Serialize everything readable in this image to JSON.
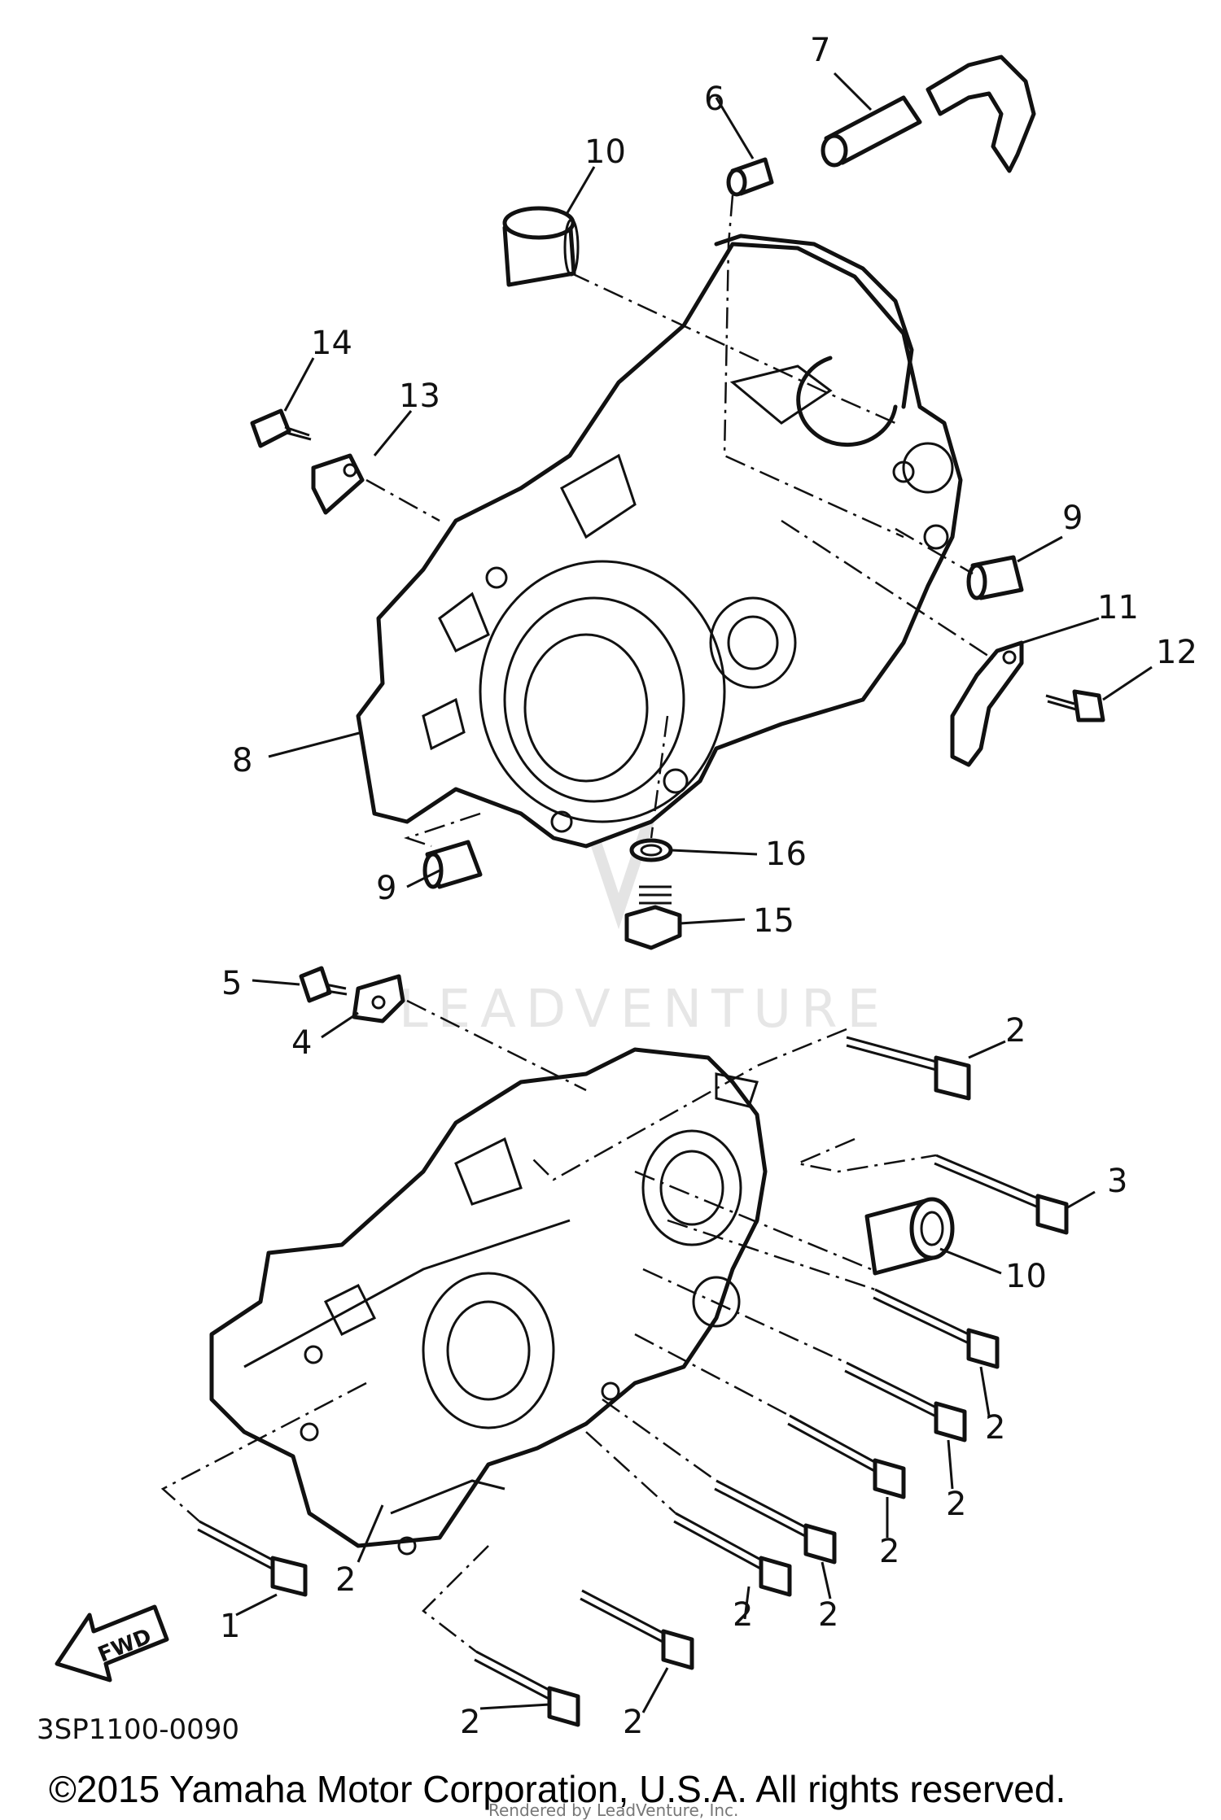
{
  "diagram_code": "3SP1100-0090",
  "copyright": "©2015 Yamaha Motor Corporation, U.S.A. All rights reserved.",
  "rendered_by": "Rendered by LeadVenture, Inc.",
  "watermark": "LEADVENTURE",
  "fwd_label": "FWD",
  "callouts": [
    {
      "id": "c7",
      "text": "7"
    },
    {
      "id": "c6",
      "text": "6"
    },
    {
      "id": "c10a",
      "text": "10"
    },
    {
      "id": "c14",
      "text": "14"
    },
    {
      "id": "c13",
      "text": "13"
    },
    {
      "id": "c9a",
      "text": "9"
    },
    {
      "id": "c11",
      "text": "11"
    },
    {
      "id": "c12",
      "text": "12"
    },
    {
      "id": "c8",
      "text": "8"
    },
    {
      "id": "c16",
      "text": "16"
    },
    {
      "id": "c9b",
      "text": "9"
    },
    {
      "id": "c15",
      "text": "15"
    },
    {
      "id": "c5",
      "text": "5"
    },
    {
      "id": "c4",
      "text": "4"
    },
    {
      "id": "c2a",
      "text": "2"
    },
    {
      "id": "c3",
      "text": "3"
    },
    {
      "id": "c10b",
      "text": "10"
    },
    {
      "id": "c2b",
      "text": "2"
    },
    {
      "id": "c2c",
      "text": "2"
    },
    {
      "id": "c2d",
      "text": "2"
    },
    {
      "id": "c2e",
      "text": "2"
    },
    {
      "id": "c2f",
      "text": "2"
    },
    {
      "id": "c2g",
      "text": "2"
    },
    {
      "id": "c1",
      "text": "1"
    },
    {
      "id": "c2h",
      "text": "2"
    },
    {
      "id": "c2i",
      "text": "2"
    },
    {
      "id": "c2j",
      "text": "2"
    }
  ]
}
